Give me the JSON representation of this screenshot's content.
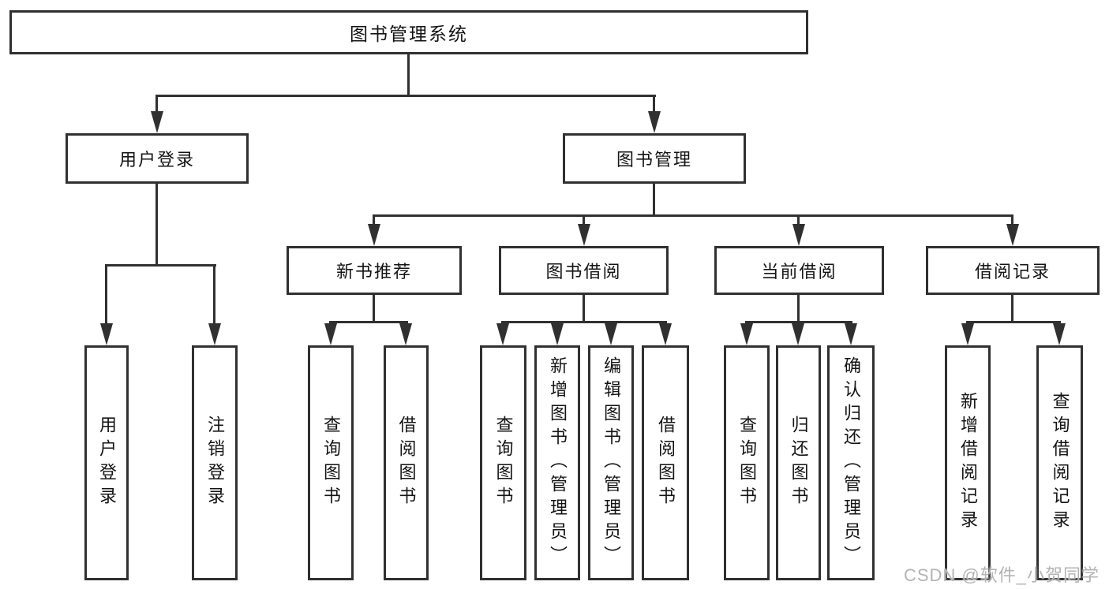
{
  "diagram": {
    "root": {
      "label": "图书管理系统"
    },
    "branches": {
      "user_login": {
        "label": "用户登录",
        "children": [
          "用户登录",
          "注销登录"
        ]
      },
      "book_mgmt": {
        "label": "图书管理",
        "sections": {
          "new_book": {
            "label": "新书推荐",
            "children": [
              "查询图书",
              "借阅图书"
            ]
          },
          "borrow": {
            "label": "图书借阅",
            "children": [
              "查询图书",
              "新增图书（管理员）",
              "编辑图书（管理员）",
              "借阅图书"
            ]
          },
          "current": {
            "label": "当前借阅",
            "children": [
              "查询图书",
              "归还图书",
              "确认归还（管理员）"
            ]
          },
          "record": {
            "label": "借阅记录",
            "children": [
              "新增借阅记录",
              "查询借阅记录"
            ]
          }
        }
      }
    },
    "colors": {
      "line": "#303030",
      "text": "#141414",
      "box_background": "#ffffff",
      "watermark": "#b3b3b3"
    }
  },
  "watermark": {
    "text": "CSDN @软件_小贺同学"
  }
}
